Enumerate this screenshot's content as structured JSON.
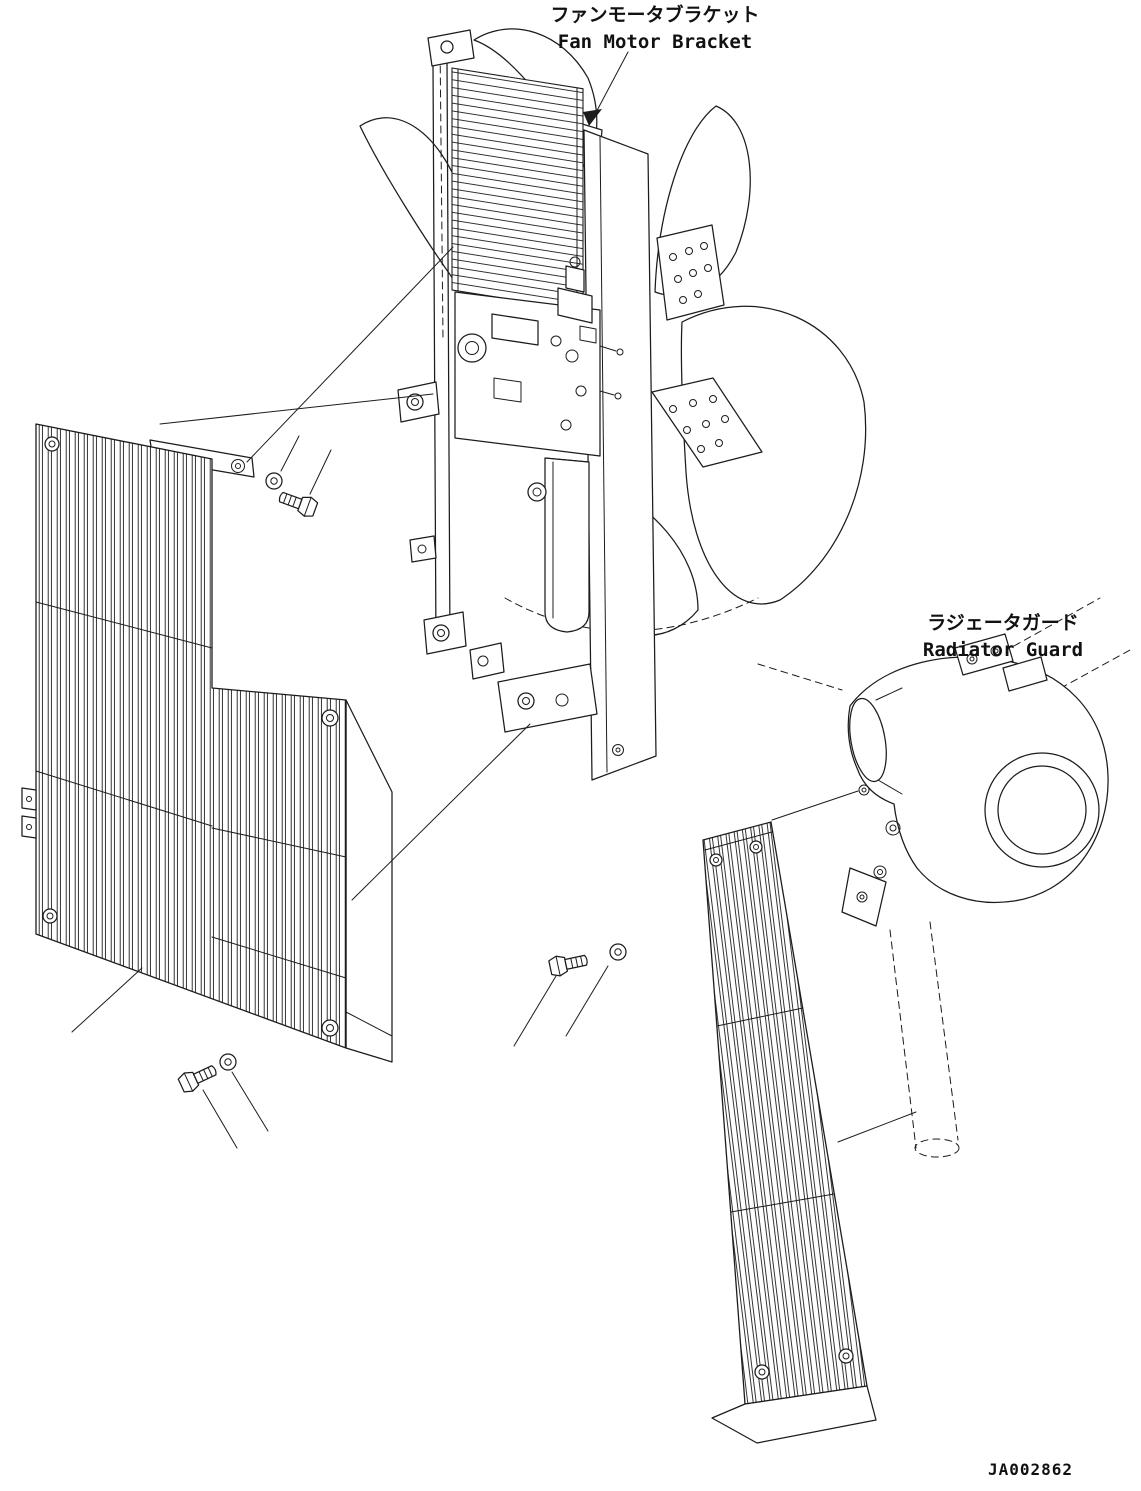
{
  "page": {
    "background_color": "#ffffff",
    "line_color": "#1c1c1c"
  },
  "callouts": {
    "fan_motor_bracket": {
      "jp": "ファンモータブラケット",
      "en": "Fan Motor Bracket"
    },
    "radiator_guard": {
      "jp": "ラジェータガード",
      "en": "Radiator Guard"
    }
  },
  "drawing_number": "JA002862"
}
